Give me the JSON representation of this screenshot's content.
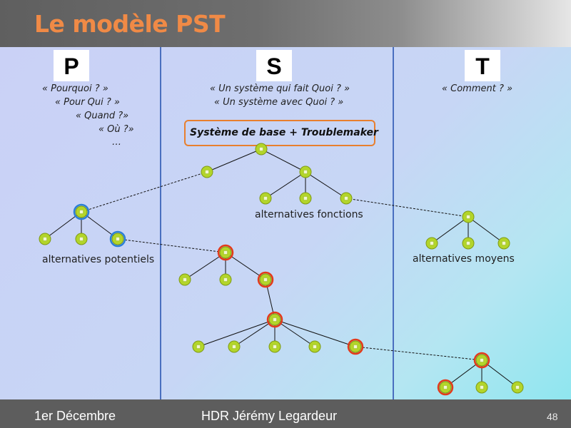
{
  "title": "Le modèle PST",
  "columns": [
    {
      "letter": "P",
      "questions": [
        "« Pourquoi ? »",
        "« Pour Qui ? »",
        "« Quand ?»",
        "« Où ?»",
        "…"
      ]
    },
    {
      "letter": "S",
      "questions": [
        "« Un système qui fait Quoi ? »",
        "« Un système avec Quoi ? »"
      ]
    },
    {
      "letter": "T",
      "questions": [
        "« Comment ? »"
      ]
    }
  ],
  "root_label": "Système de base + Troublemaker",
  "labels": {
    "functions": "alternatives fonctions",
    "potentials": "alternatives potentiels",
    "means": "alternatives moyens"
  },
  "footer": {
    "date": "1er Décembre",
    "author": "HDR Jérémy Legardeur",
    "page": "48"
  },
  "colors": {
    "title": "#f08a46",
    "node_fill": "#b3d52a",
    "ring_blue": "#2b7fd6",
    "ring_red": "#e33a1a",
    "box_border": "#e87f2e"
  }
}
